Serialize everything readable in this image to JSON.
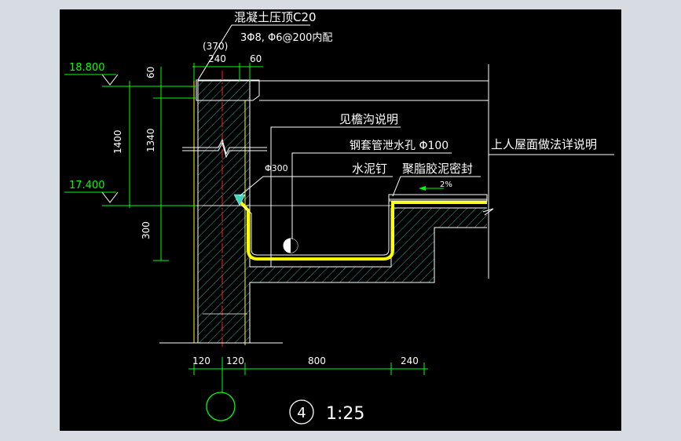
{
  "drawing": {
    "labels": {
      "concrete_top": "混凝土压顶C20",
      "rebar": "3Φ8, Φ6@200内配",
      "gutter_note": "见檐沟说明",
      "drain_pipe": "钢套管泄水孔 Φ100",
      "roof_note": "上人屋面做法详说明",
      "nail": "水泥钉",
      "sealant": "聚脂胶泥密封",
      "slope": "2%",
      "r300": "Φ300"
    },
    "elevations": {
      "top": "18.800",
      "bottom": "17.400"
    },
    "dims": {
      "d370": "(370)",
      "d240_top": "240",
      "d60_top": "60",
      "d60_v": "60",
      "d1400": "1400",
      "d1340": "1340",
      "d300": "300",
      "d120a": "120",
      "d120b": "120",
      "d800": "800",
      "d240_bot": "240"
    },
    "detail": {
      "number": "4",
      "scale": "1:25"
    },
    "colors": {
      "background": "#000000",
      "frame": "#d7dbe2",
      "white": "#ffffff",
      "green": "#00ff00",
      "yellow": "#ffff00",
      "red": "#ff2020",
      "hatch": "#3ad6c2"
    }
  }
}
